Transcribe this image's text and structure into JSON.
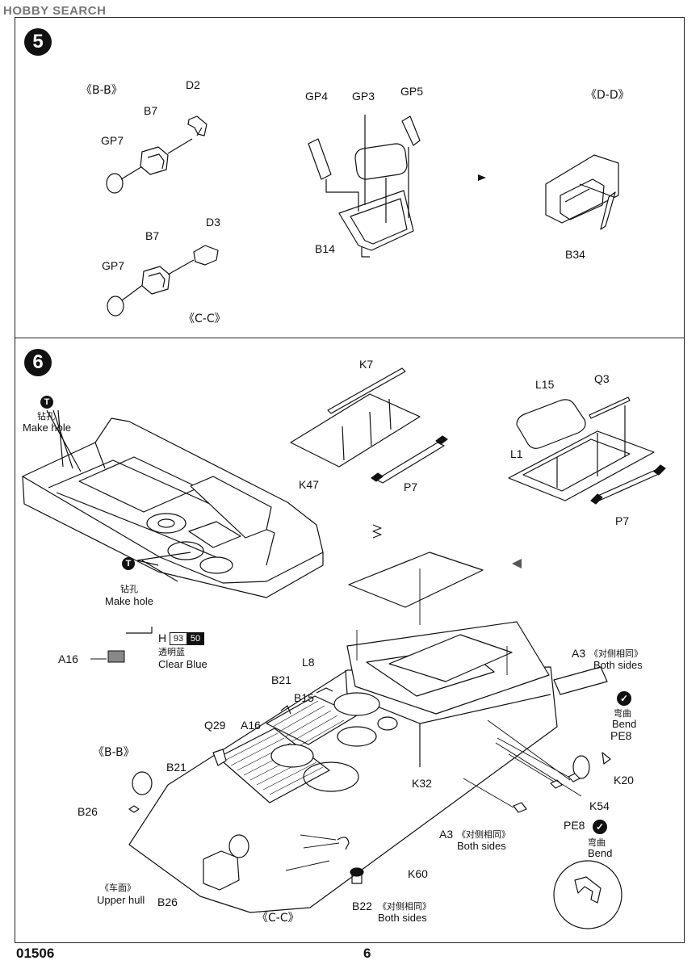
{
  "watermark": {
    "text": "HOBBY SEARCH"
  },
  "footer": {
    "code": "01506",
    "page": "6"
  },
  "step5": {
    "number": "5",
    "labels": {
      "bb": "《B-B》",
      "cc": "《C-C》",
      "dd": "《D-D》",
      "d2": "D2",
      "d3": "D3",
      "b7a": "B7",
      "b7b": "B7",
      "gp7a": "GP7",
      "gp7b": "GP7",
      "gp3": "GP3",
      "gp4": "GP4",
      "gp5": "GP5",
      "b14": "B14",
      "b34": "B34"
    }
  },
  "step6": {
    "number": "6",
    "drill1": {
      "icon": "T",
      "cn": "钻孔",
      "en": "Make hole"
    },
    "drill2": {
      "icon": "T",
      "cn": "钻孔",
      "en": "Make hole"
    },
    "paint": {
      "code": "H",
      "num1": "93",
      "num2": "50",
      "cn": "透明蓝",
      "en": "Clear Blue",
      "part": "A16"
    },
    "labels": {
      "k7": "K7",
      "k47": "K47",
      "p7a": "P7",
      "p7b": "P7",
      "l15": "L15",
      "q3": "Q3",
      "l1": "L1",
      "l8": "L8",
      "b21a": "B21",
      "b15": "B15",
      "a16": "A16",
      "q29": "Q29",
      "bb": "《B-B》",
      "b21b": "B21",
      "b26a": "B26",
      "b26b": "B26",
      "cc": "《C-C》",
      "k32": "K32",
      "k20": "K20",
      "k54": "K54",
      "k60": "K60",
      "pe8a": "PE8",
      "pe8b": "PE8",
      "a3a": "A3",
      "a3b": "A3",
      "b22": "B22",
      "upper_cn": "《车面》",
      "upper_en": "Upper hull"
    },
    "notes": {
      "a3a_cn": "《对侧相同》",
      "a3a_en": "Both sides",
      "a3b_cn": "《对侧相同》",
      "a3b_en": "Both sides",
      "b22_cn": "《对侧相同》",
      "b22_en": "Both sides",
      "bend1_icon": "✓",
      "bend1_cn": "弯曲",
      "bend1_en": "Bend",
      "bend2_icon": "✓",
      "bend2_cn": "弯曲",
      "bend2_en": "Bend"
    }
  }
}
